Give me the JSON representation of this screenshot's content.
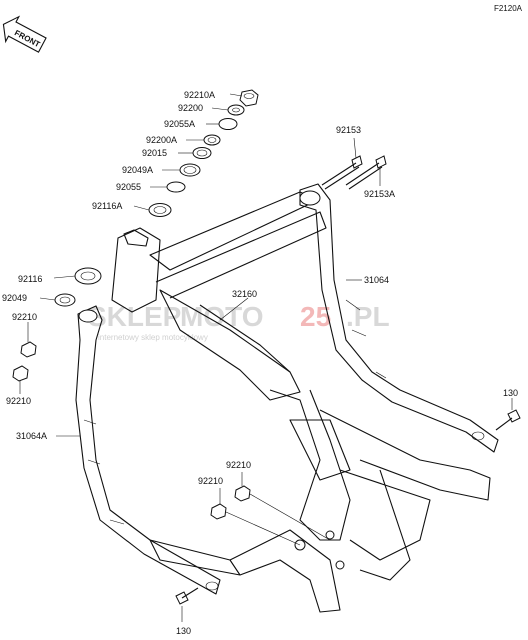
{
  "diagram_code": "F2120A",
  "front_label": "FRONT",
  "watermark": {
    "part1": "SKLEP",
    "part2": "MOTO",
    "part3": "25",
    "part4": ".PL",
    "tagline": "internetowy sklep motocyklowy"
  },
  "callouts": {
    "c92210a": "92210A",
    "c92200": "92200",
    "c92055a": "92055A",
    "c92200a": "92200A",
    "c92015": "92015",
    "c92049a": "92049A",
    "c92055": "92055",
    "c92116a": "92116A",
    "c92116": "92116",
    "c92049": "92049",
    "c92210_left": "92210",
    "c92210_left2": "92210",
    "c31064a": "31064A",
    "c92153": "92153",
    "c92153a": "92153A",
    "c31064": "31064",
    "c32160": "32160",
    "c130_right": "130",
    "c92210_mid1": "92210",
    "c92210_mid2": "92210",
    "c130_bottom": "130"
  }
}
